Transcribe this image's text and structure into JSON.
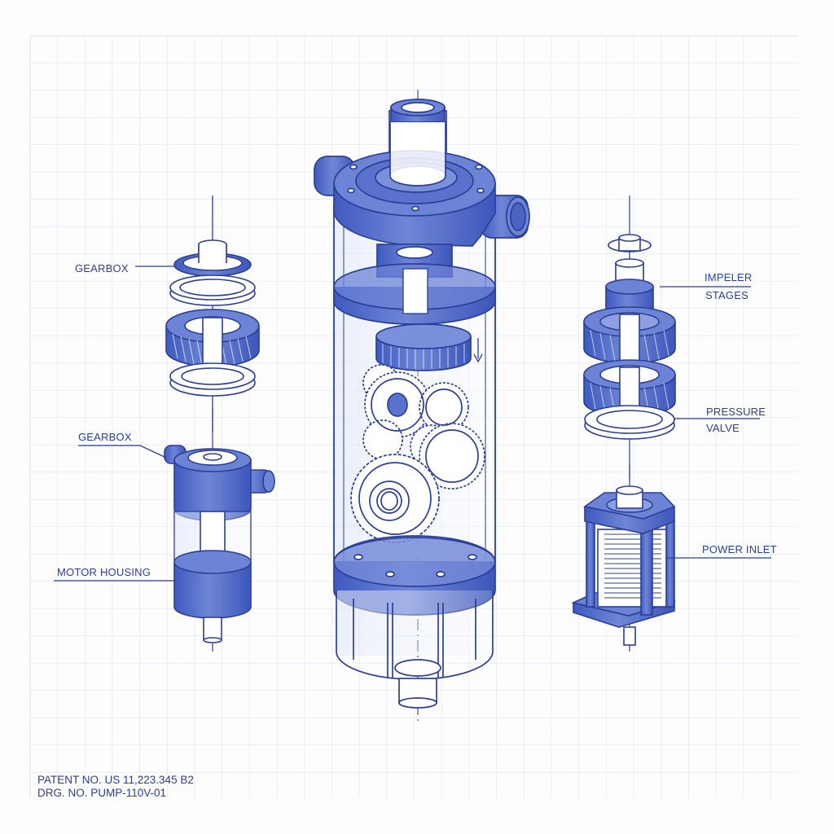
{
  "drawing": {
    "type": "patent exploded-view blueprint",
    "ink_color": "#2a3f97",
    "fill_color": "#4a64c4",
    "grid_color": "#dfe5f0",
    "background": "#fdfdfe"
  },
  "labels": {
    "gearbox_top": "GEARBOX",
    "gearbox_mid": "GEARBOX",
    "motor_housing": "MOTOR HOUSING",
    "impeller_line1": "IMPELER",
    "impeller_line2": "STAGES",
    "pressure_line1": "PRESSURE",
    "pressure_line2": "VALVE",
    "power_inlet": "POWER INLET"
  },
  "title_block": {
    "patent_no": "PATENT NO. US 11,223.345 B2",
    "drawing_no": "DRG. NO. PUMP-110V-01"
  },
  "components": [
    {
      "id": "left-gear-stack",
      "name": "Gearbox gear stack"
    },
    {
      "id": "left-housing",
      "name": "Gearbox / motor housing"
    },
    {
      "id": "center-pump",
      "name": "Main pump assembly with gear train"
    },
    {
      "id": "right-impeller",
      "name": "Impeller stages"
    },
    {
      "id": "right-motor",
      "name": "Power inlet motor coil"
    }
  ]
}
